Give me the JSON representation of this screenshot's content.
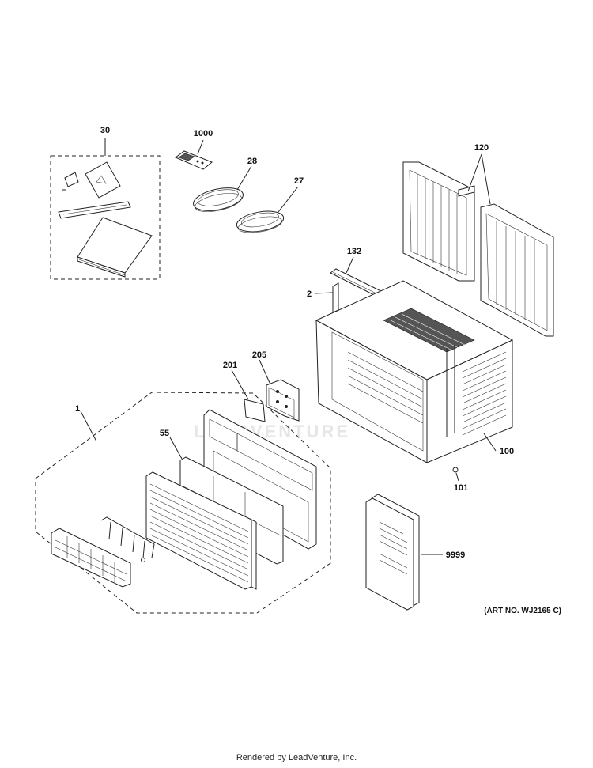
{
  "labels": {
    "p30": "30",
    "p1000": "1000",
    "p28": "28",
    "p27": "27",
    "p120": "120",
    "p132": "132",
    "p2": "2",
    "p205": "205",
    "p201": "201",
    "p1": "1",
    "p55": "55",
    "p100": "100",
    "p101": "101",
    "p9999": "9999"
  },
  "art_number": "(ART NO. WJ2165 C)",
  "watermark": "LEADVENTURE",
  "footer": "Rendered by LeadVenture, Inc."
}
